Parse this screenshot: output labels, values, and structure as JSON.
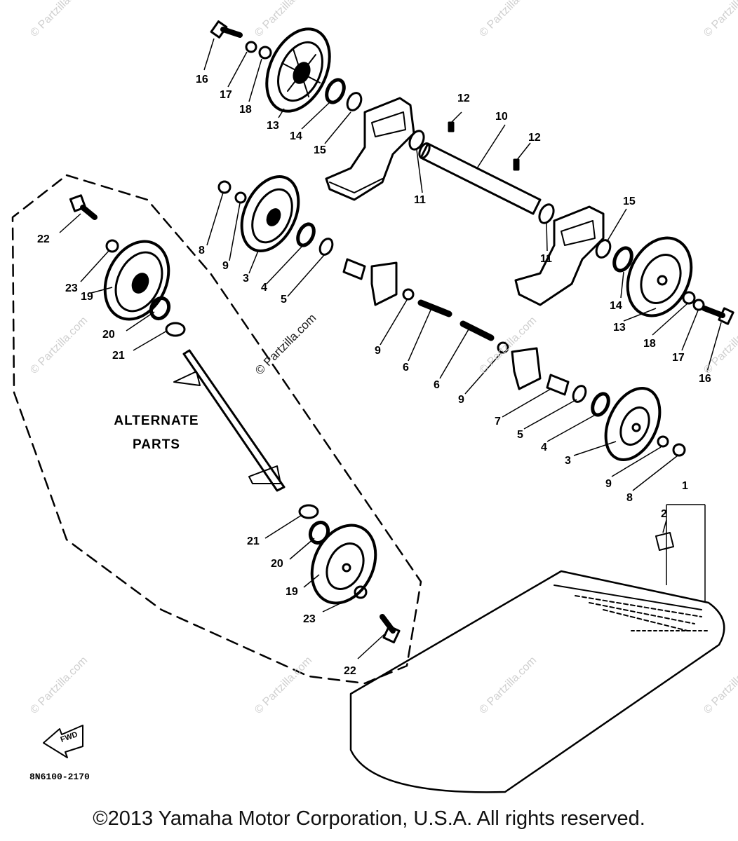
{
  "diagram": {
    "callouts": {
      "c1": "1",
      "c2": "2",
      "c3a": "3",
      "c3b": "3",
      "c4a": "4",
      "c4b": "4",
      "c5a": "5",
      "c5b": "5",
      "c6a": "6",
      "c6b": "6",
      "c7": "7",
      "c8a": "8",
      "c8b": "8",
      "c9a": "9",
      "c9b": "9",
      "c9c": "9",
      "c9d": "9",
      "c10": "10",
      "c11a": "11",
      "c11b": "11",
      "c12a": "12",
      "c12b": "12",
      "c13a": "13",
      "c13b": "13",
      "c14a": "14",
      "c14b": "14",
      "c15a": "15",
      "c15b": "15",
      "c16a": "16",
      "c16b": "16",
      "c17a": "17",
      "c17b": "17",
      "c18a": "18",
      "c18b": "18",
      "c19a": "19",
      "c19b": "19",
      "c20a": "20",
      "c20b": "20",
      "c21a": "21",
      "c21b": "21",
      "c22a": "22",
      "c22b": "22",
      "c23a": "23",
      "c23b": "23"
    },
    "alternate_label_line1": "ALTERNATE",
    "alternate_label_line2": "PARTS",
    "front_arrow_text": "FWD",
    "diagram_code": "8N6100-2170"
  },
  "watermark_text": "© Partzilla.com",
  "footer": {
    "copyright": "©2013  Yamaha Motor Corporation, U.S.A. All rights reserved."
  }
}
